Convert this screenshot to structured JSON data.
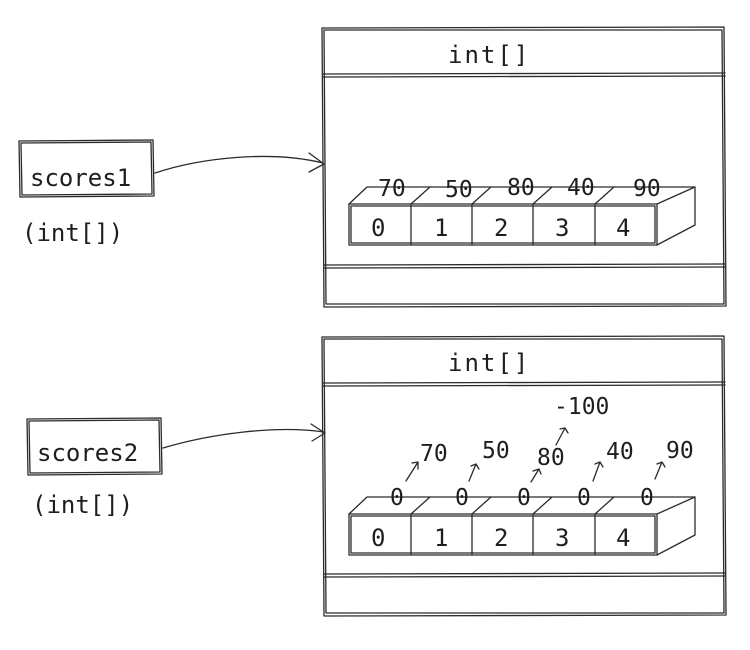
{
  "diagram1": {
    "variable": {
      "name": "scores1",
      "type": "(int[])"
    },
    "array": {
      "title": "int[]",
      "indices": [
        "0",
        "1",
        "2",
        "3",
        "4"
      ],
      "values": [
        "70",
        "50",
        "80",
        "40",
        "90"
      ]
    }
  },
  "diagram2": {
    "variable": {
      "name": "scores2",
      "type": "(int[])"
    },
    "array": {
      "title": "int[]",
      "indices": [
        "0",
        "1",
        "2",
        "3",
        "4"
      ],
      "initial_values": [
        "0",
        "0",
        "0",
        "0",
        "0"
      ],
      "updated_values": [
        "70",
        "50",
        "80",
        "40",
        "90"
      ],
      "later_value_index2": "-100"
    }
  }
}
